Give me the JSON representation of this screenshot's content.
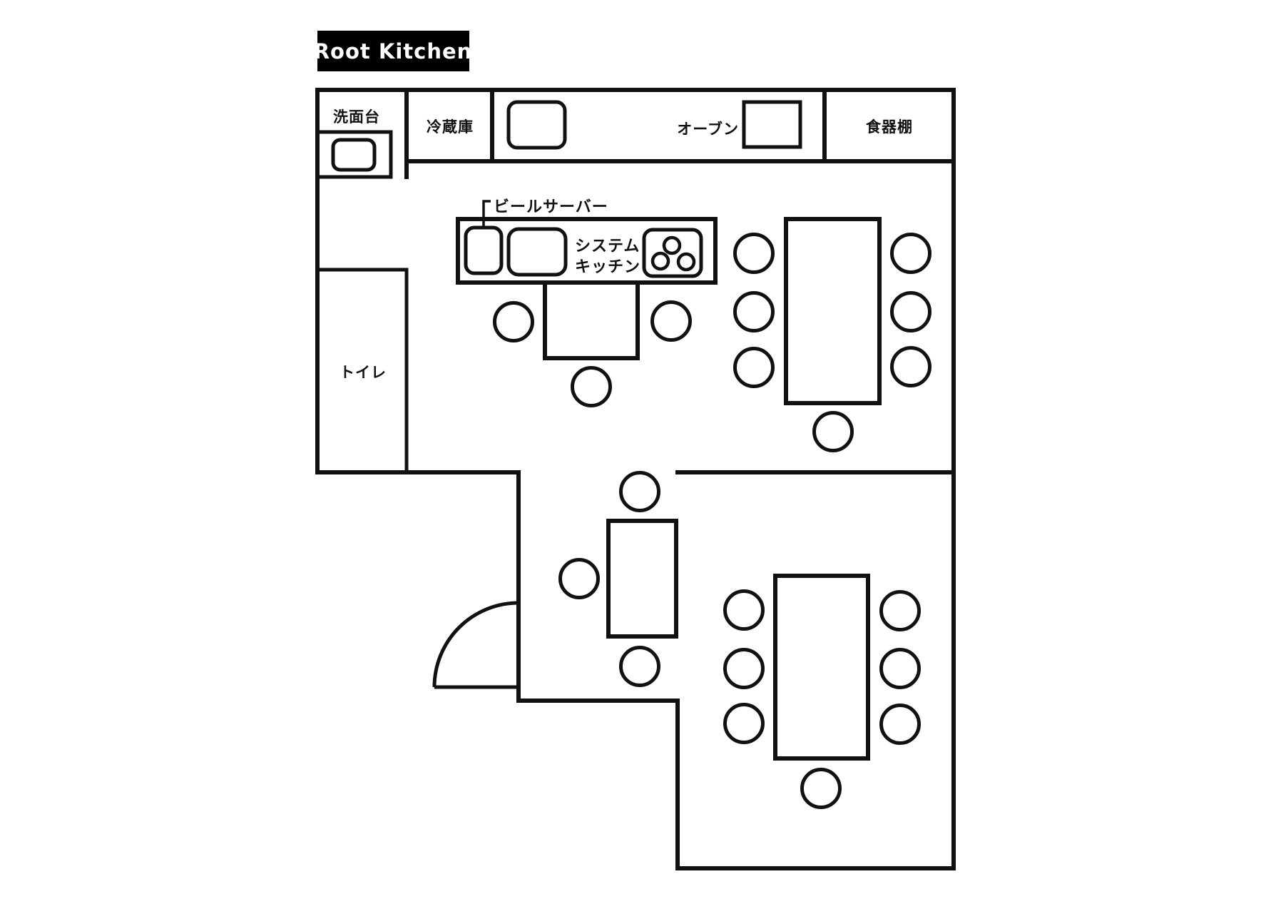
{
  "title": "Root Kitchen",
  "colors": {
    "wall": "#111111",
    "background": "#ffffff",
    "title_bg": "#000000",
    "title_text": "#ffffff"
  },
  "appliances": {
    "washbasin": "洗面台",
    "refrigerator": "冷蔵庫",
    "oven": "オーブン",
    "cupboard": "食器棚"
  },
  "kitchen": {
    "beer_server": "ビールサーバー",
    "system_kitchen": [
      "システム",
      "キッチン"
    ]
  },
  "rooms": {
    "toilet": "トイレ"
  },
  "furniture": {
    "tables": [
      {
        "name": "kitchen-side-table",
        "chairs": 3
      },
      {
        "name": "upper-dining-table",
        "chairs": 7
      },
      {
        "name": "middle-dining-table",
        "chairs": 3
      },
      {
        "name": "lower-dining-table",
        "chairs": 7
      }
    ],
    "total_chairs": 20
  }
}
